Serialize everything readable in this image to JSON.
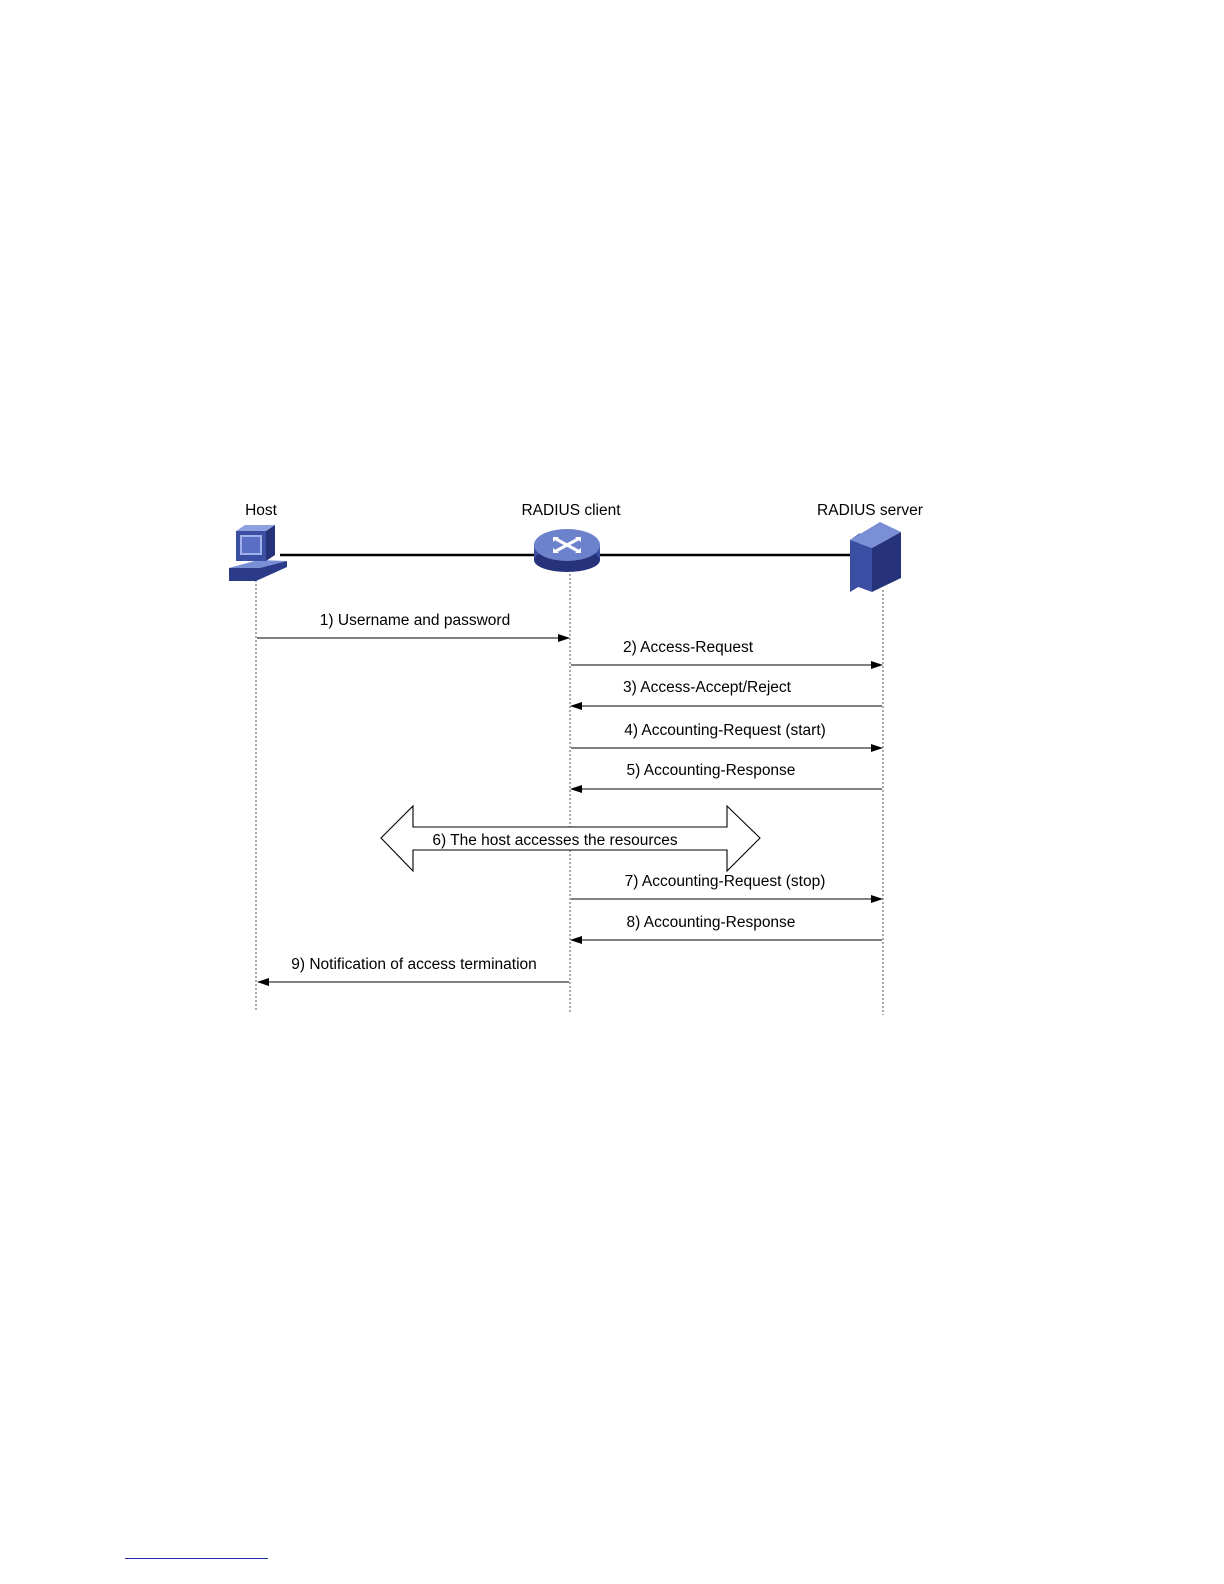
{
  "participants": [
    {
      "id": "host",
      "label": "Host",
      "icon": "desktop-pc-icon"
    },
    {
      "id": "client",
      "label": "RADIUS client",
      "icon": "router-icon"
    },
    {
      "id": "server",
      "label": "RADIUS server",
      "icon": "server-tower-icon"
    }
  ],
  "messages": [
    {
      "step": 1,
      "label": "1) Username and password",
      "from": "host",
      "to": "client"
    },
    {
      "step": 2,
      "label": "2) Access-Request",
      "from": "client",
      "to": "server"
    },
    {
      "step": 3,
      "label": "3) Access-Accept/Reject",
      "from": "server",
      "to": "client"
    },
    {
      "step": 4,
      "label": "4) Accounting-Request (start)",
      "from": "client",
      "to": "server"
    },
    {
      "step": 5,
      "label": "5) Accounting-Response",
      "from": "server",
      "to": "client"
    },
    {
      "step": 6,
      "label": "6) The host accesses the resources",
      "from": "host",
      "to": "server",
      "style": "bidirectional-block"
    },
    {
      "step": 7,
      "label": "7) Accounting-Request (stop)",
      "from": "client",
      "to": "server"
    },
    {
      "step": 8,
      "label": "8) Accounting-Response",
      "from": "server",
      "to": "client"
    },
    {
      "step": 9,
      "label": "9) Notification of access termination",
      "from": "client",
      "to": "host"
    }
  ],
  "colors": {
    "device_blue": "#3a4fa3",
    "device_dark": "#26337a",
    "device_light": "#7b8fd6",
    "line": "#000000",
    "footnote_rule": "#1f2fa8"
  }
}
